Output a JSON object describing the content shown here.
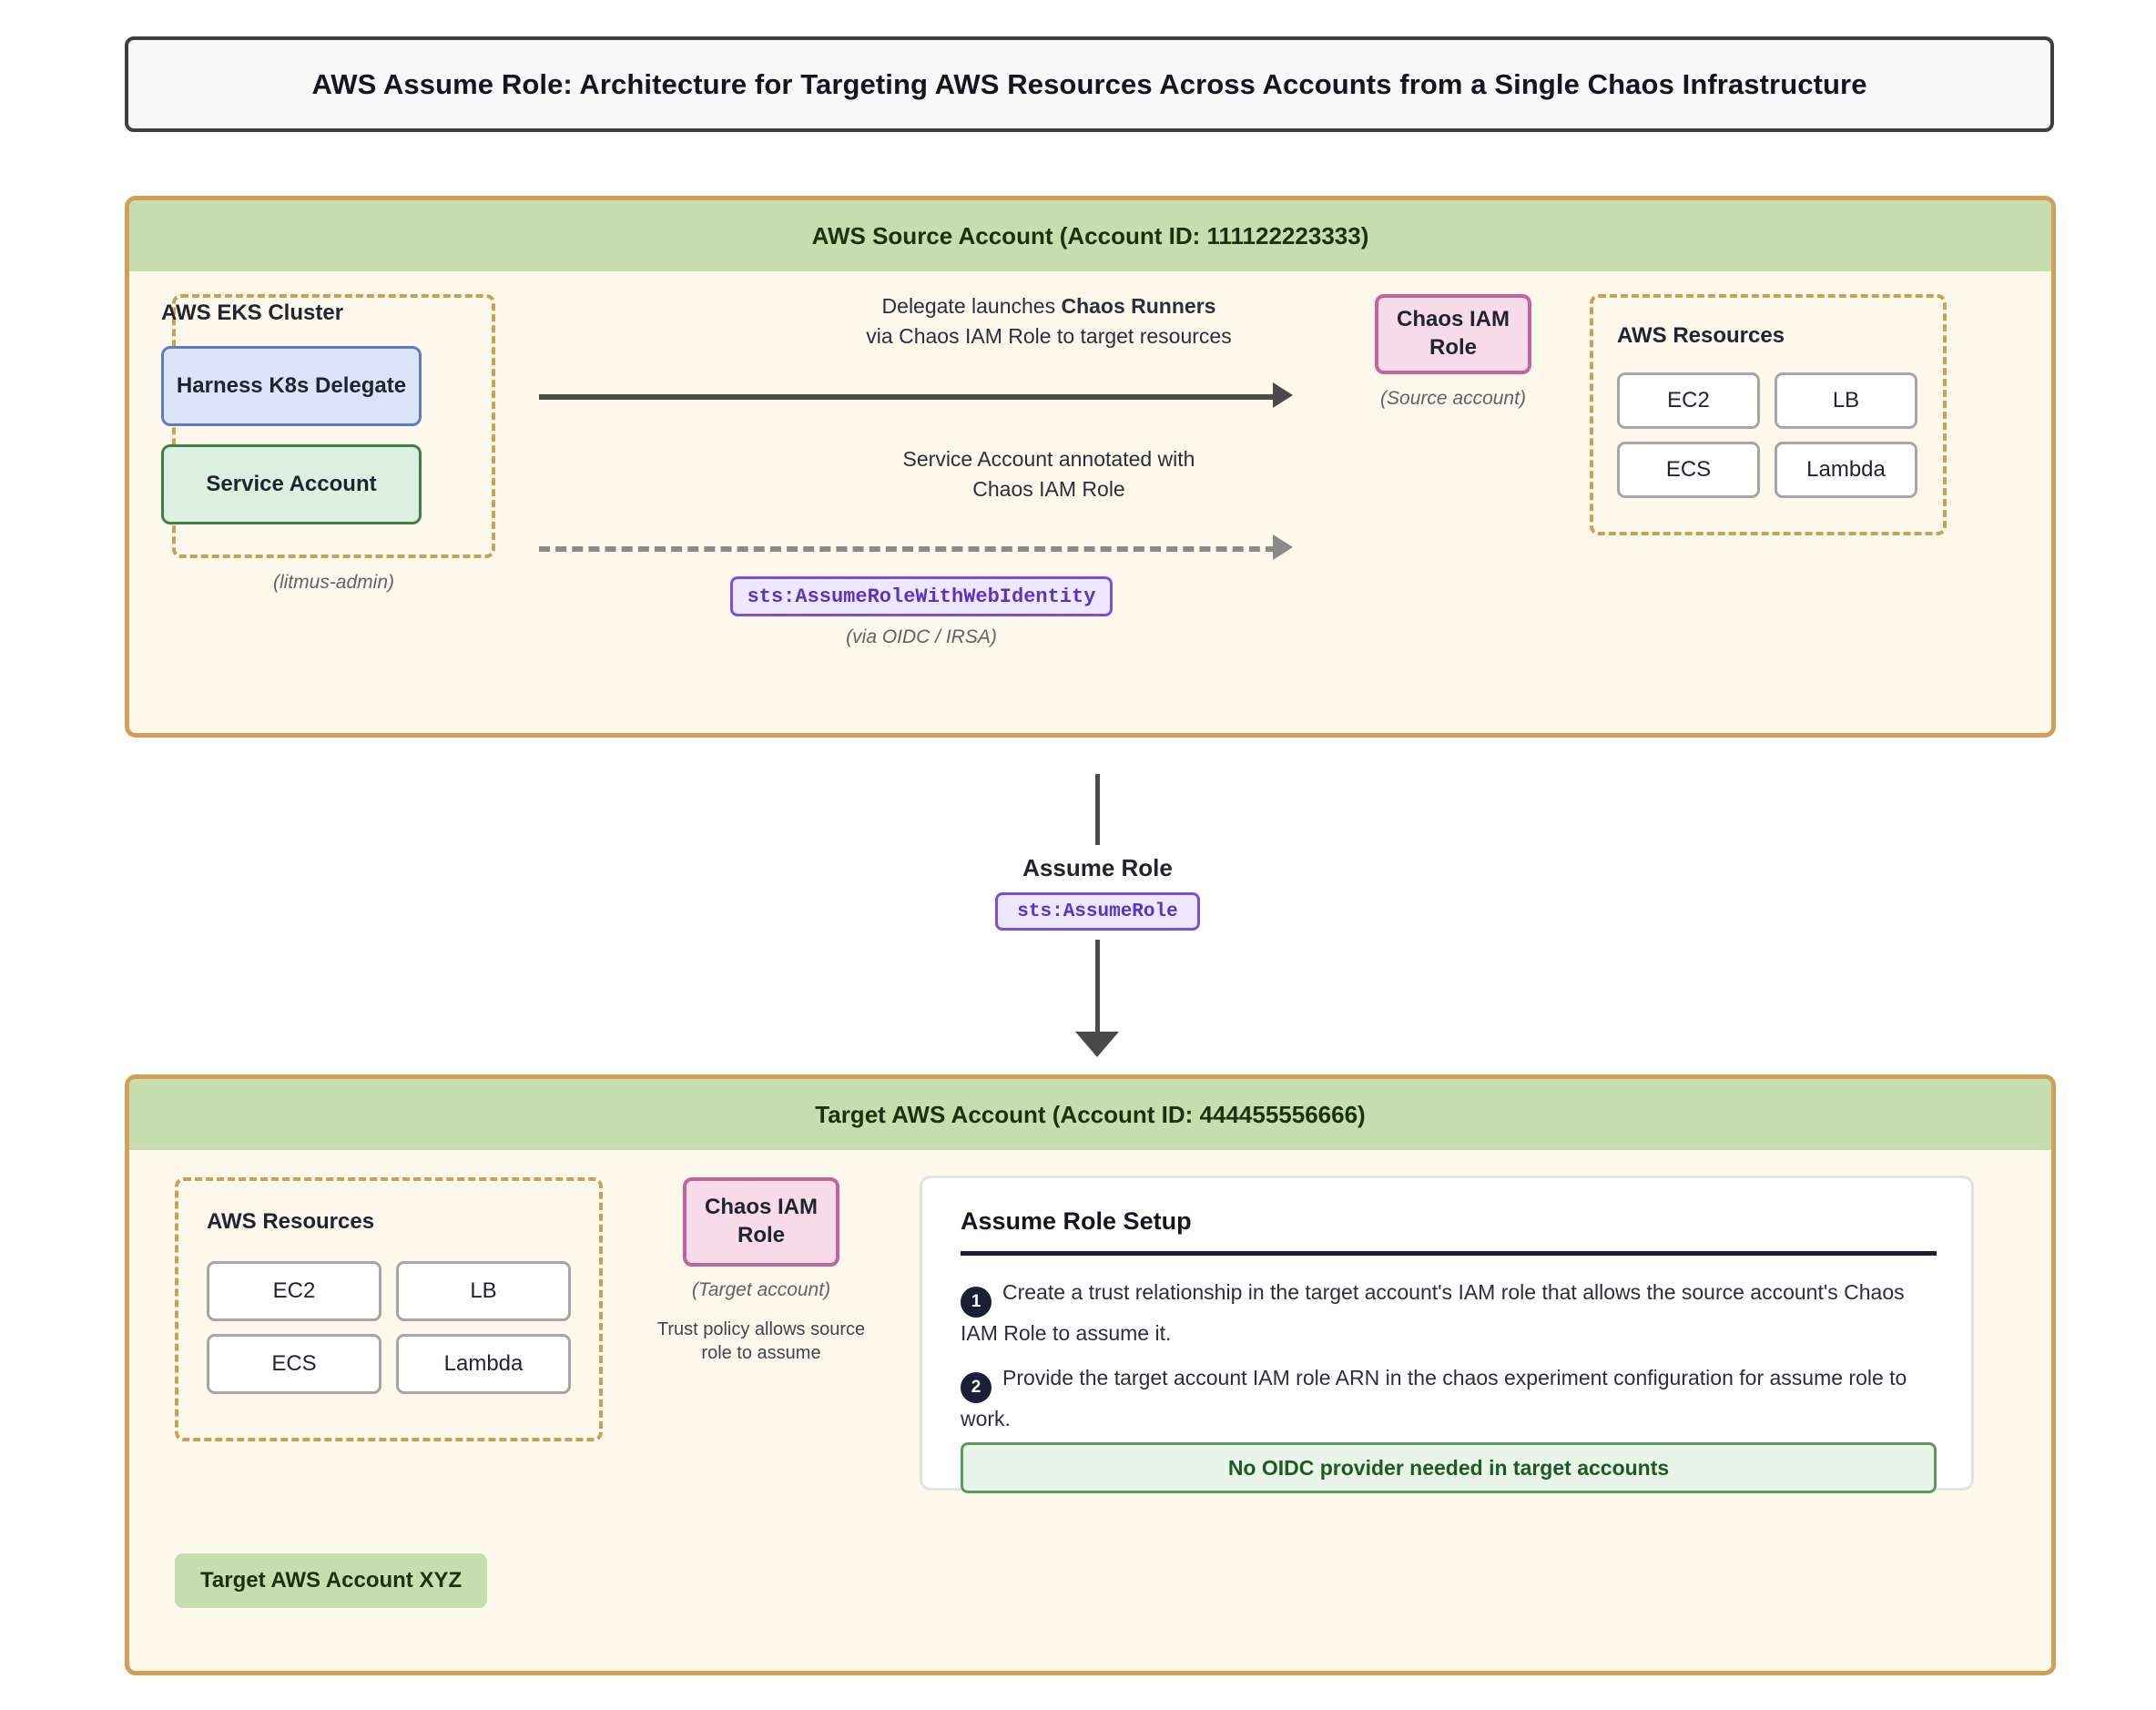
{
  "page": {
    "title": "AWS Assume Role: Architecture for Targeting AWS Resources Across Accounts from a Single Chaos Infrastructure"
  },
  "source_account": {
    "header": "AWS Source Account (Account ID: 111122223333)",
    "account_id": "111122223333",
    "eks": {
      "title": "AWS EKS Cluster",
      "delegate": "Harness K8s Delegate",
      "service_account": "Service Account",
      "caption": "(litmus-admin)"
    },
    "flow_primary": {
      "line1_prefix": "Delegate launches ",
      "line1_strong": "Chaos Runners",
      "line2": "via Chaos IAM Role to target resources"
    },
    "flow_secondary": {
      "line1": "Service Account annotated with",
      "line2": "Chaos IAM Role",
      "code": "sts:AssumeRoleWithWebIdentity",
      "caption": "(via OIDC / IRSA)"
    },
    "chaos_role": {
      "label": "Chaos IAM Role",
      "caption": "(Source account)"
    },
    "resources": {
      "title": "AWS Resources",
      "items": [
        "EC2",
        "LB",
        "ECS",
        "Lambda"
      ]
    }
  },
  "connector": {
    "label": "Assume Role",
    "code": "sts:AssumeRole"
  },
  "target_account": {
    "header": "Target AWS Account (Account ID: 444455556666)",
    "account_id": "444455556666",
    "resources": {
      "title": "AWS Resources",
      "items": [
        "EC2",
        "LB",
        "ECS",
        "Lambda"
      ]
    },
    "chaos_role": {
      "label": "Chaos IAM Role",
      "caption": "(Target account)",
      "note": "Trust policy allows source role to assume"
    },
    "setup": {
      "title": "Assume Role Setup",
      "steps": [
        {
          "num": "1",
          "text": "Create a trust relationship in the target account's IAM role that allows the source account's Chaos IAM Role to assume it."
        },
        {
          "num": "2",
          "text": "Provide the target account IAM role ARN in the chaos experiment configuration for assume role to work."
        }
      ],
      "banner": "No OIDC provider needed in target accounts"
    },
    "badge": "Target AWS Account XYZ"
  },
  "colors": {
    "panel_border": "#d2a055",
    "panel_header_bg": "#c6ddad",
    "panel_body_bg": "#fdf8ec",
    "dashed_group": "#c9a14f",
    "delegate_box": "#dbe4f8",
    "service_account_box": "#dcf0e0",
    "iam_role_box": "#f8dbe8",
    "code_chip_text": "#5b32c6",
    "banner_green": "#1d5b23"
  }
}
